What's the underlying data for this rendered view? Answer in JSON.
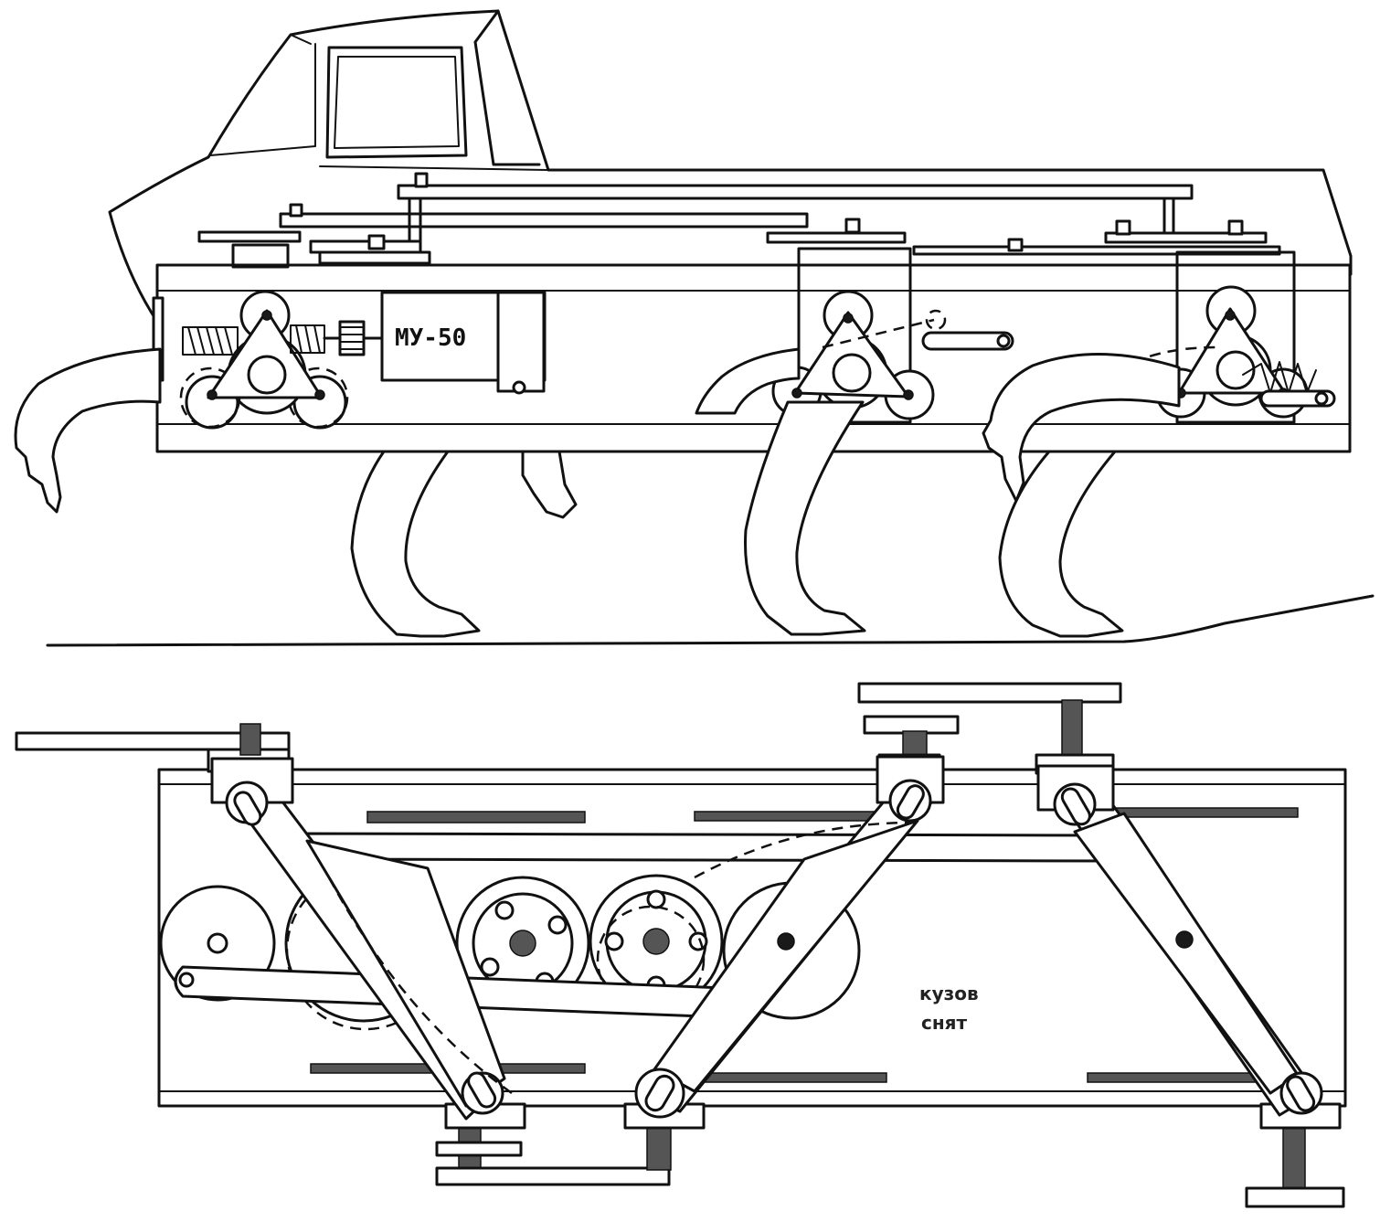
{
  "labels": {
    "motor": "МУ-50",
    "body_removed_line1": "кузов",
    "body_removed_line2": "снят"
  },
  "colors": {
    "ink": "#111111",
    "paper": "#ffffff"
  }
}
